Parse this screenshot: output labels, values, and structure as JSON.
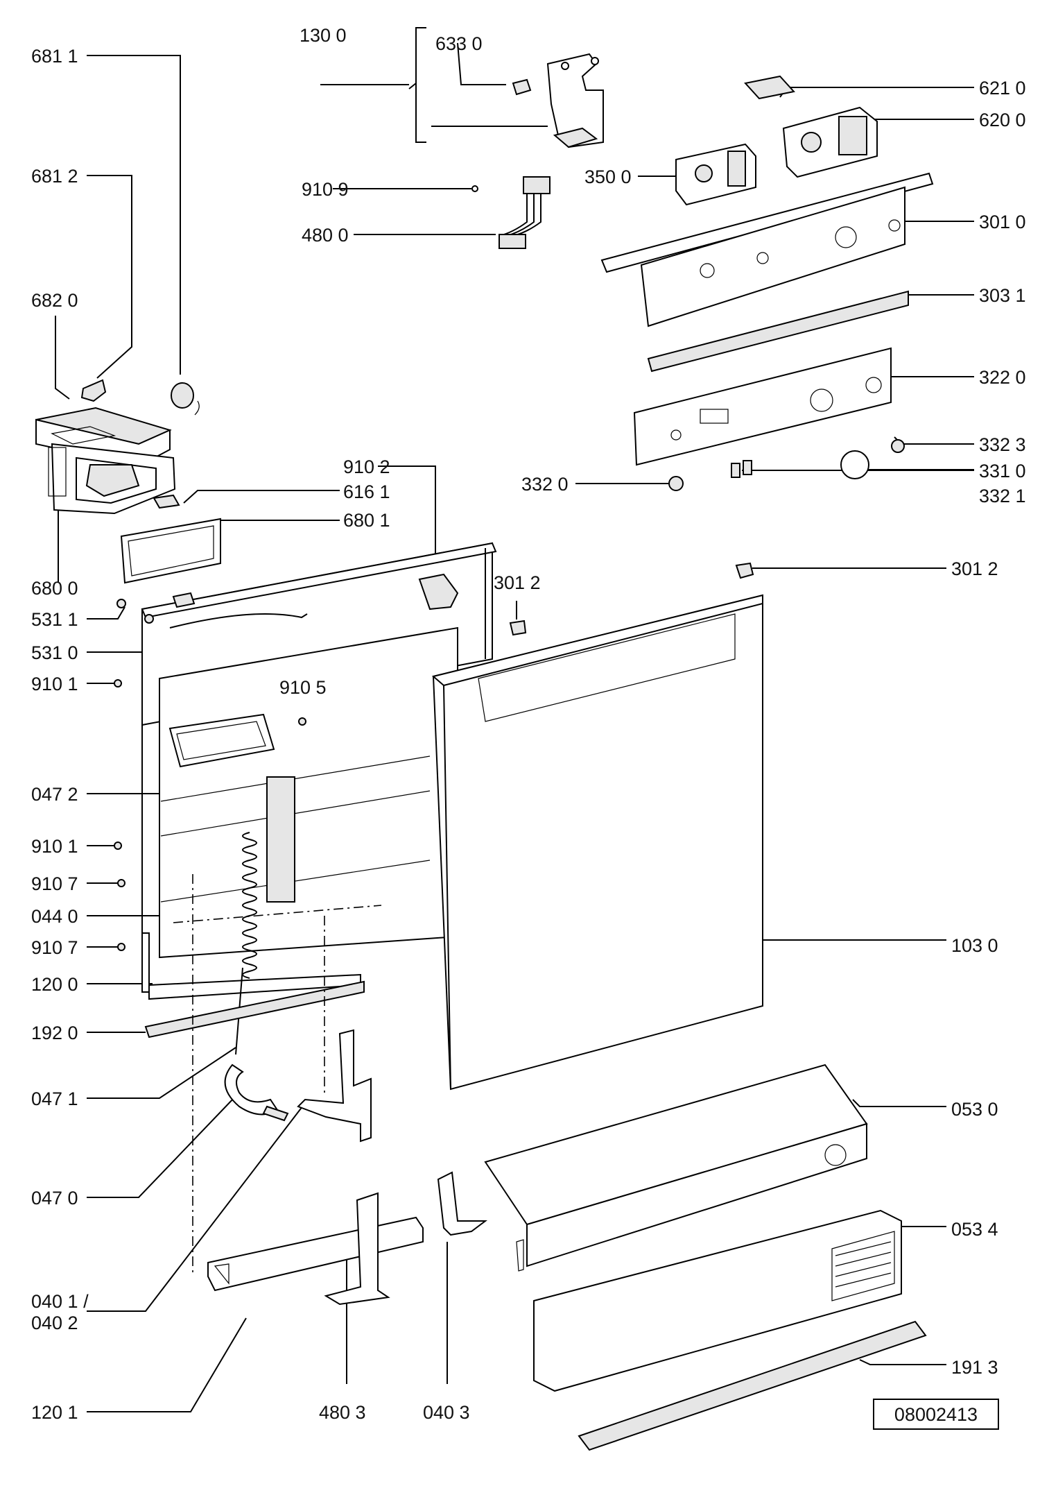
{
  "drawing_number": "08002413",
  "callouts": {
    "c6811": "681 1",
    "c6812": "681 2",
    "c6820": "682 0",
    "c6800": "680 0",
    "c6801": "680 1",
    "c6161": "616 1",
    "c9102": "910 2",
    "c1300": "130 0",
    "c6330": "633 0",
    "c9109": "910 9",
    "c4800": "480 0",
    "c3500": "350 0",
    "c6210": "621 0",
    "c6200": "620 0",
    "c3010": "301 0",
    "c3031": "303 1",
    "c3220": "322 0",
    "c3323": "332 3",
    "c3310": "331 0",
    "c3321": "332 1",
    "c3320": "332 0",
    "c3012a": "301 2",
    "c3012b": "301 2",
    "c5311": "531 1",
    "c5310": "531 0",
    "c9101a": "910 1",
    "c9105": "910 5",
    "c0472": "047 2",
    "c9101b": "910 1",
    "c9107a": "910 7",
    "c0440": "044 0",
    "c9107b": "910 7",
    "c1200": "120 0",
    "c1920": "192 0",
    "c0471": "047 1",
    "c0470": "047 0",
    "c0401": "040 1 /",
    "c0402": "040 2",
    "c1201": "120 1",
    "c4803": "480 3",
    "c0403": "040 3",
    "c1030": "103 0",
    "c0530": "053 0",
    "c0534": "053 4",
    "c1913": "191 3"
  }
}
